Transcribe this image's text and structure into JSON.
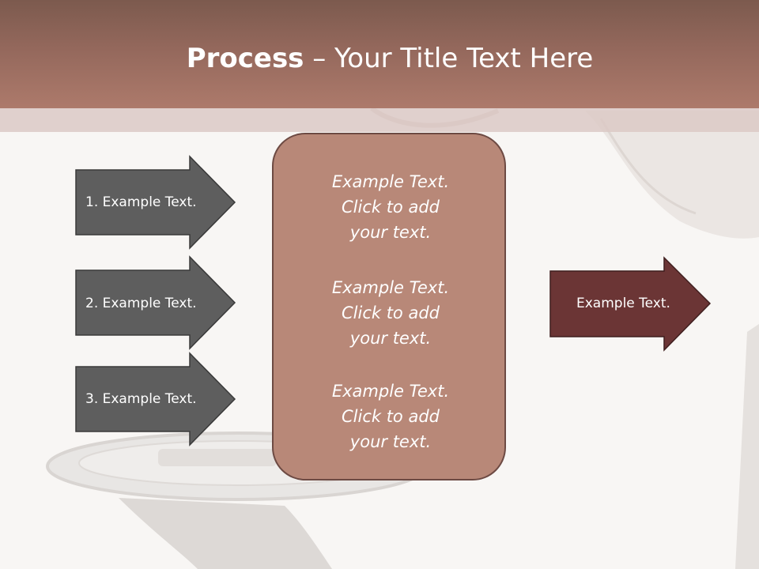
{
  "slide": {
    "title_bold": "Process",
    "title_rest": " – Your Title Text Here"
  },
  "left_arrows": [
    {
      "label": "1. Example Text."
    },
    {
      "label": "2. Example Text."
    },
    {
      "label": "3. Example Text."
    }
  ],
  "center_box": {
    "blocks": [
      {
        "line1": "Example Text.",
        "line2": "Click  to add",
        "line3": "your text."
      },
      {
        "line1": "Example Text.",
        "line2": "Click  to add",
        "line3": "your text."
      },
      {
        "line1": "Example Text.",
        "line2": "Click  to add",
        "line3": "your text."
      }
    ]
  },
  "right_arrow": {
    "label": "Example Text."
  },
  "colors": {
    "header": "#9a6b5f",
    "left_arrow_fill": "#5e5e5e",
    "center_box_fill": "#b88878",
    "right_arrow_fill": "#6b3535"
  }
}
